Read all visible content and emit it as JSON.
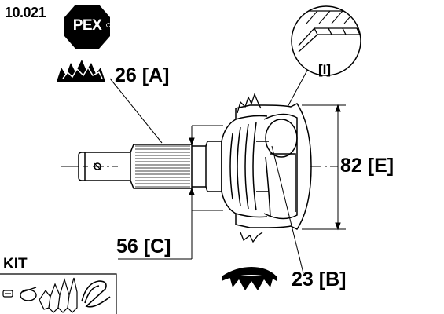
{
  "header": {
    "part_number": "10.021",
    "brand": "PEX",
    "brand_registered_mark": "®"
  },
  "dimensions": {
    "outer_spline": "26 [A]",
    "outer_diameter": "82 [E]",
    "seal_diameter": "56 [C]",
    "inner_spline": "23 [B]",
    "detail": "[I]"
  },
  "kit": {
    "label": "KIT"
  },
  "colors": {
    "line": "#000000",
    "background": "#ffffff",
    "logo_fill": "#000000",
    "logo_text": "#ffffff"
  },
  "icons": [
    "pex-logo-icon",
    "outer-spline-teeth-icon",
    "inner-spline-teeth-icon",
    "detail-magnifier-icon",
    "kit-clip-icon",
    "kit-clamp-icon",
    "kit-boot-icon",
    "kit-band-icon"
  ]
}
